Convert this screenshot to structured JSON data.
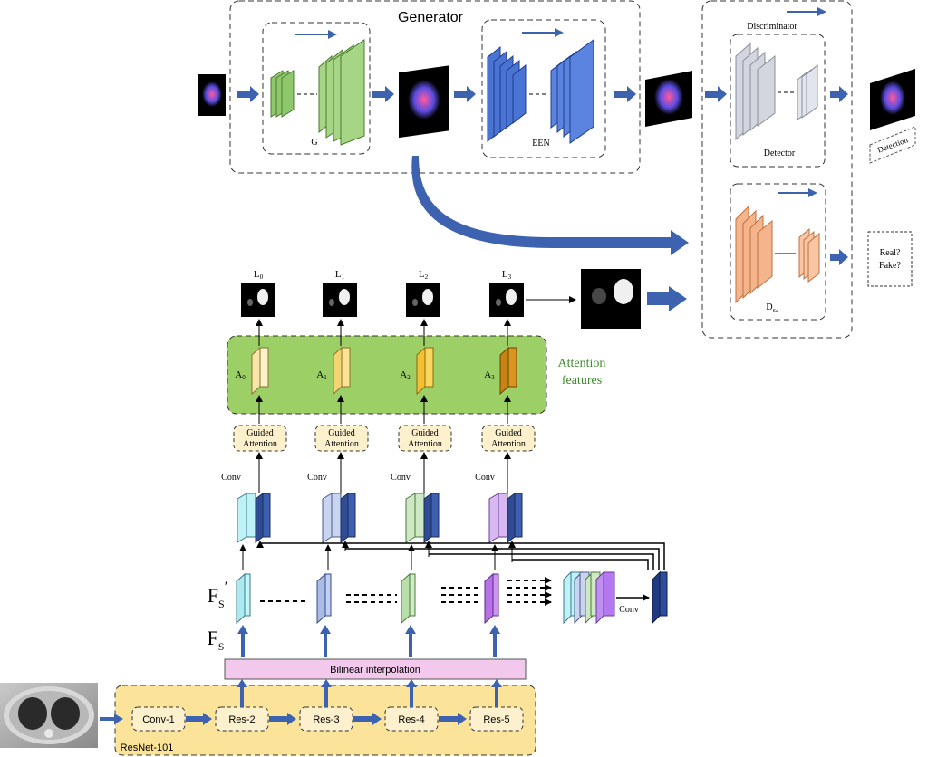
{
  "generator": {
    "title": "Generator",
    "g_label": "G",
    "een_label": "EEN"
  },
  "discriminator": {
    "title": "Discriminator",
    "detector_label": "Detector",
    "dsa_label": "D",
    "dsa_sub": "Sa",
    "detection_label": "Detection",
    "real_label": "Real?",
    "fake_label": "Fake?"
  },
  "attention": {
    "title_line1": "Attention",
    "title_line2": "features",
    "ga_line1": "Guided",
    "ga_line2": "Attention",
    "conv_label": "Conv",
    "l_labels": [
      "L",
      "L",
      "L",
      "L"
    ],
    "l_subs": [
      "0",
      "1",
      "2",
      "3"
    ],
    "a_labels": [
      "A",
      "A",
      "A",
      "A"
    ],
    "a_subs": [
      "0",
      "1",
      "2",
      "3"
    ]
  },
  "features": {
    "fs_prime": "F",
    "fs_prime_sub": "S",
    "fs": "F",
    "fs_sub": "S",
    "conv_label": "Conv",
    "bilinear": "Bilinear interpolation"
  },
  "backbone": {
    "name": "ResNet-101",
    "blocks": [
      "Conv-1",
      "Res-2",
      "Res-3",
      "Res-4",
      "Res-5"
    ]
  },
  "colors": {
    "arrow_blue": "#3d63b0",
    "attention_green": "#9ccf66",
    "attention_text": "#3e8a2c",
    "backbone_yellow": "#fbe39a",
    "ga_fill": "#fdf0cc",
    "bilinear_pink": "#f2c8ec",
    "g_green": "#8fc86c",
    "een_blue": "#4a74d4",
    "detector_gray": "#d3d6de",
    "dsa_orange": "#f5b58c"
  }
}
